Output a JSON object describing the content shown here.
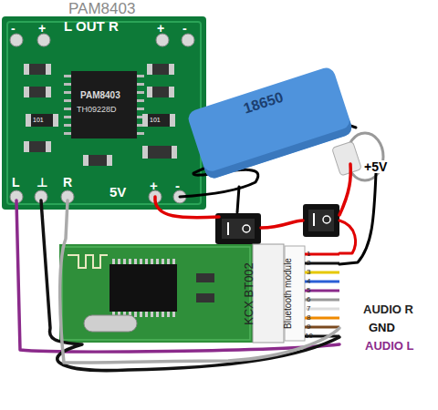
{
  "diagram": {
    "nodes": [
      {
        "text": [
          "PAM8403"
        ]
      },
      {
        "text": [
          "18650"
        ]
      },
      {
        "text": [
          "KCX BT002",
          "Bluetooth module"
        ]
      }
    ],
    "labels": [
      "-",
      "+",
      "L OUT R",
      "+",
      "-",
      "PAM8403",
      "TH09228D",
      "101",
      "101",
      "L",
      "⊥",
      "R",
      "5V",
      "+",
      "-",
      "+5V",
      "1",
      "2",
      "3",
      "4",
      "5",
      "6",
      "7",
      "8",
      "9",
      "10",
      "AUDIO R",
      "GND",
      "AUDIO L"
    ]
  }
}
